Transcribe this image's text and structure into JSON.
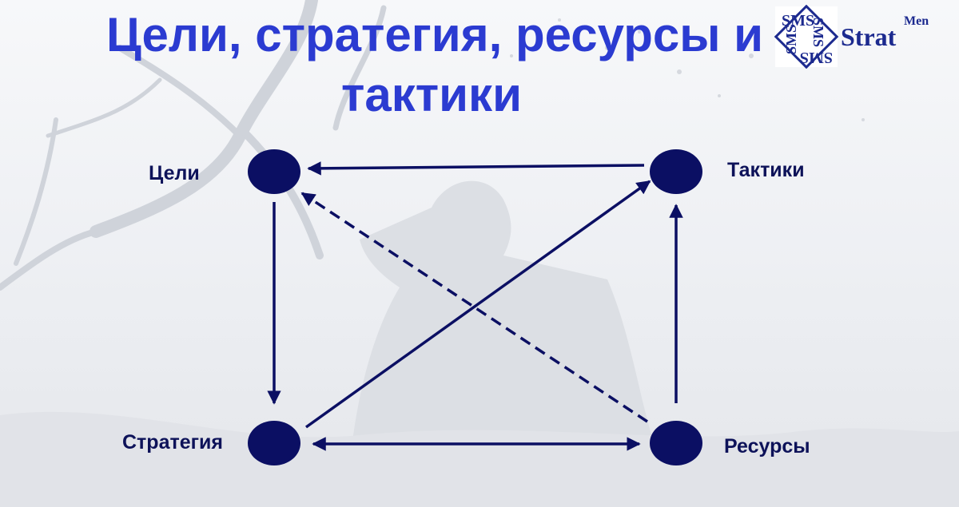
{
  "title": {
    "line1": "Цели, стратегия, ресурсы и",
    "line2": "тактики"
  },
  "logo": {
    "monogram": "SMS",
    "text": "Strat",
    "superscript": "Men"
  },
  "nodes": {
    "goals": "Цели",
    "tactics": "Тактики",
    "strategy": "Стратегия",
    "resources": "Ресурсы"
  },
  "edges": [
    {
      "from": "tactics",
      "to": "goals",
      "style": "solid"
    },
    {
      "from": "goals",
      "to": "strategy",
      "style": "solid"
    },
    {
      "from": "strategy",
      "to": "tactics",
      "style": "solid"
    },
    {
      "from": "resources",
      "to": "tactics",
      "style": "solid"
    },
    {
      "from": "resources",
      "to": "goals",
      "style": "dashed"
    },
    {
      "from": "strategy",
      "to": "resources",
      "style": "solid",
      "bidirectional": true
    }
  ],
  "colors": {
    "title": "#2b3bd1",
    "node_fill": "#0b0f63",
    "arrow": "#0b0f63",
    "logo": "#1c2a8f"
  }
}
